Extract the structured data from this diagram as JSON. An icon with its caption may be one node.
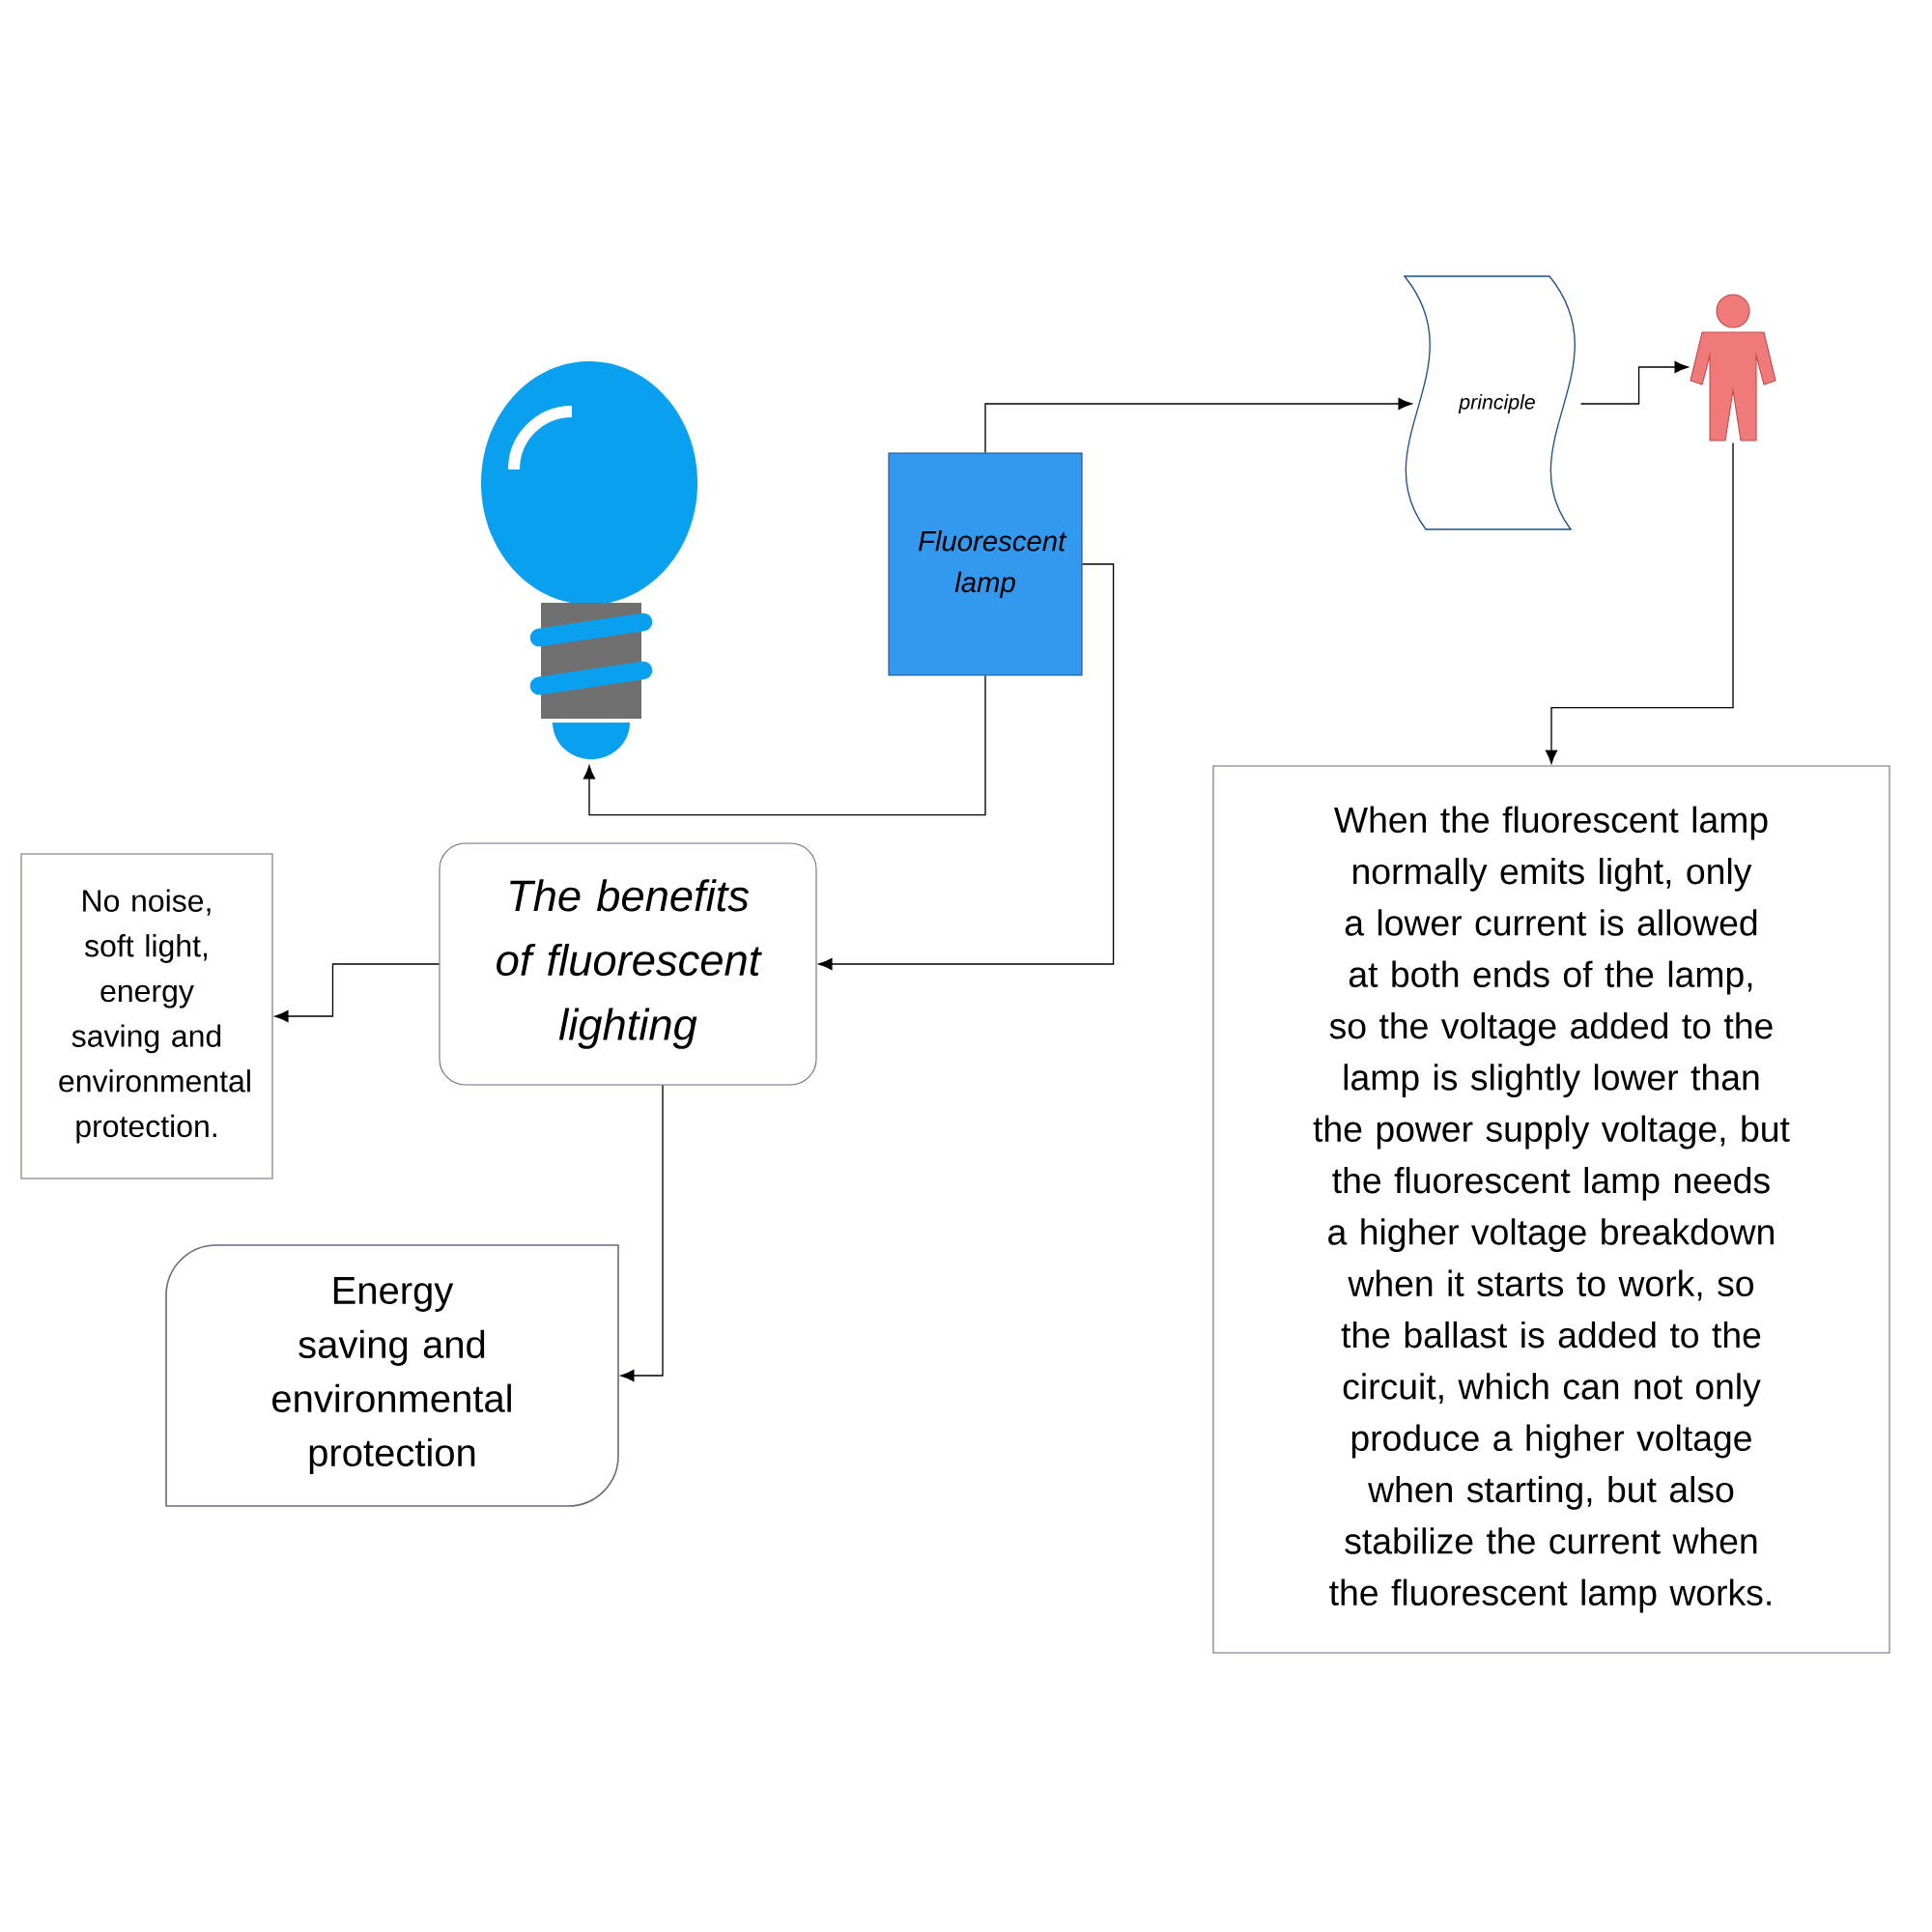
{
  "diagram": {
    "nodes": [
      {
        "text": [],
        "shape": "picture"
      },
      {
        "text": [
          "Fluorescent lamp"
        ]
      },
      {
        "text": [
          "principle"
        ]
      },
      {
        "text": [],
        "shape": "person"
      },
      {
        "text": [
          "When the fluorescent lamp normally emits light, only a lower current is allowed at both ends of the lamp, so the voltage added to the lamp is slightly lower than the power supply voltage, but the fluorescent lamp needs a higher voltage breakdown when it starts to work, so the ballast is added to the circuit, which can not only produce a higher voltage when starting, but also stabilize the current when the fluorescent lamp works."
        ]
      },
      {
        "text": [
          "The benefits of fluorescent lighting"
        ]
      },
      {
        "text": [
          "No noise, soft light, energy saving and environmental protection."
        ]
      },
      {
        "text": [
          "Energy saving and environmental protection"
        ]
      }
    ],
    "edges": [
      {
        "from": 1,
        "to": 0,
        "arrow": "to"
      },
      {
        "from": 1,
        "to": 2,
        "arrow": "to"
      },
      {
        "from": 2,
        "to": 3,
        "arrow": "to"
      },
      {
        "from": 3,
        "to": 4,
        "arrow": "to"
      },
      {
        "from": 1,
        "to": 5,
        "arrow": "to"
      },
      {
        "from": 5,
        "to": 6,
        "arrow": "to"
      },
      {
        "from": 5,
        "to": 7,
        "arrow": "to"
      }
    ]
  }
}
